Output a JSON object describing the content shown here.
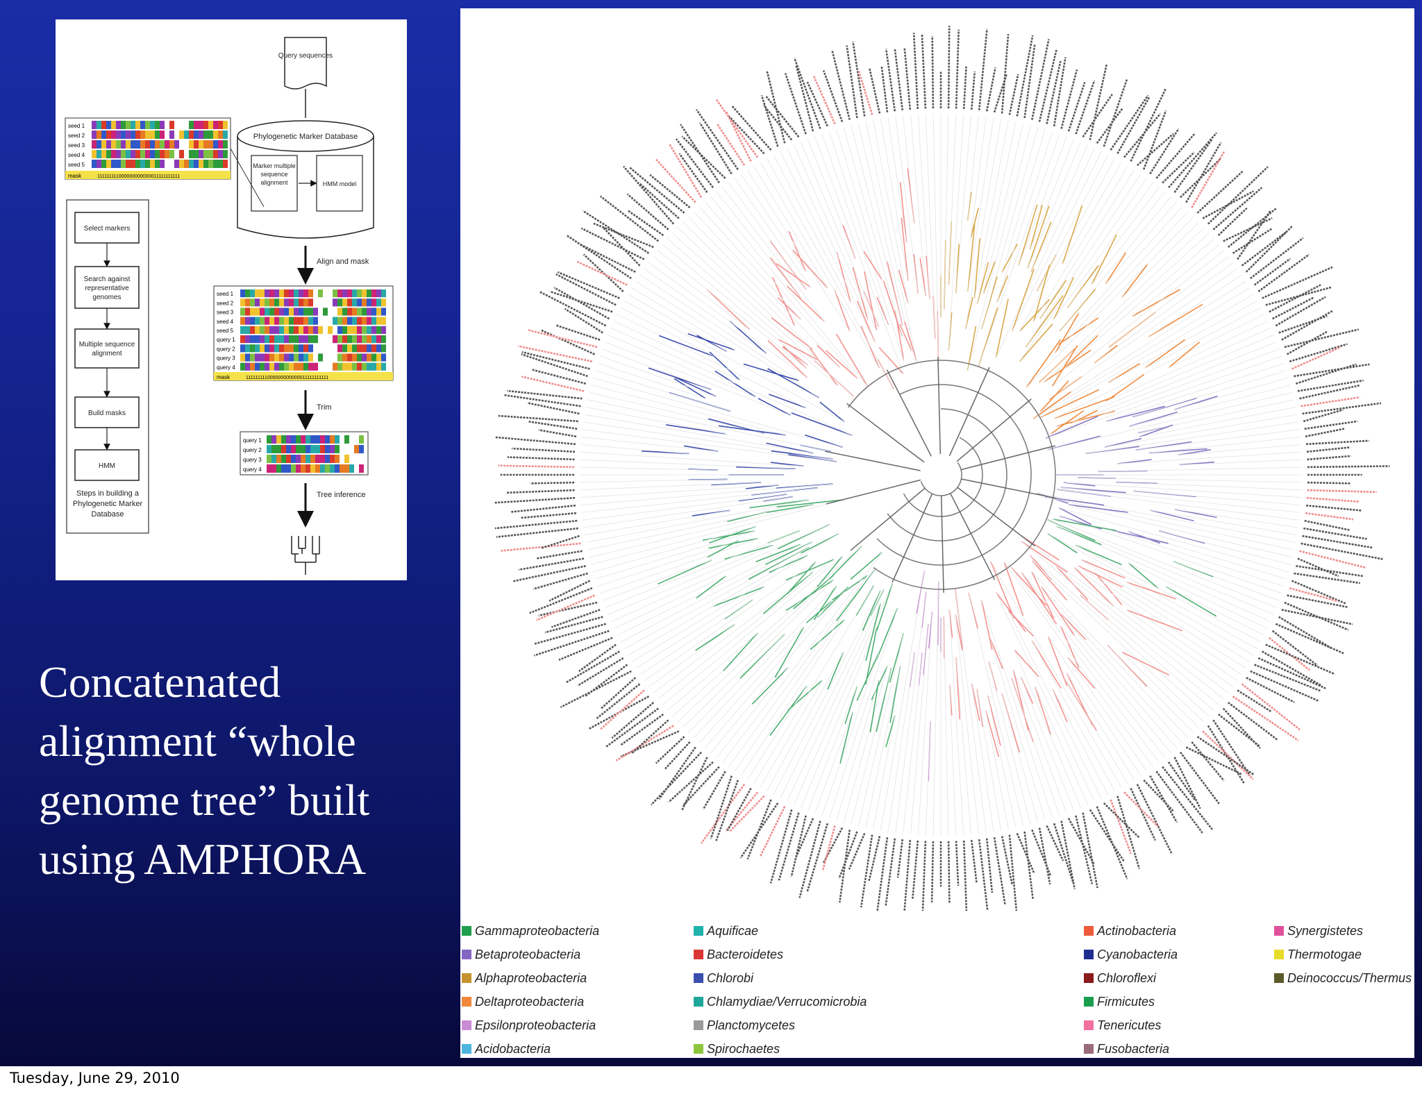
{
  "slide": {
    "caption_lines": [
      "Concatenated",
      "alignment “whole",
      "genome tree” built",
      "using AMPHORA"
    ],
    "footer_date": "Tuesday, June 29, 2010",
    "background_top": "#1a2da6",
    "background_bottom": "#07093a"
  },
  "flowchart": {
    "query_box": "Query sequences",
    "database_title": "Phylogenetic Marker Database",
    "db_left_box": "Marker multiple sequence alignment",
    "db_right_box": "HMM model",
    "steps": [
      "Select markers",
      "Search against representative genomes",
      "Multiple sequence alignment",
      "Build masks",
      "HMM"
    ],
    "steps_caption": "Steps in building a Phylogenetic Marker Database",
    "arrow_labels": [
      "Align and mask",
      "Trim",
      "Tree inference"
    ],
    "seed_labels": [
      "seed 1",
      "seed 2",
      "seed 3",
      "seed 4",
      "seed 5"
    ],
    "query_labels": [
      "query 1",
      "query 2",
      "query 3",
      "query 4"
    ],
    "mask_label": "mask",
    "mask_value": "111111111000000000000011111111111"
  },
  "tree": {
    "icon": "circular-phylogenetic-tree",
    "ring_colors": [
      "#4daf72",
      "#8877c4",
      "#d9a84a",
      "#f08a3c",
      "#c98bd4",
      "#5ab4dc",
      "#1fb3ac",
      "#e34848",
      "#3f4fae",
      "#f39390"
    ]
  },
  "legend": {
    "items": [
      {
        "label": "Gammaproteobacteria",
        "color": "#1f9e4b"
      },
      {
        "label": "Betaproteobacteria",
        "color": "#8366c4"
      },
      {
        "label": "Alphaproteobacteria",
        "color": "#c8932e"
      },
      {
        "label": "Deltaproteobacteria",
        "color": "#f0873a"
      },
      {
        "label": "Epsilonproteobacteria",
        "color": "#c98bd4"
      },
      {
        "label": "Acidobacteria",
        "color": "#4cb6e0"
      },
      {
        "label": "Aquificae",
        "color": "#1fb3ac"
      },
      {
        "label": "Bacteroidetes",
        "color": "#d93636"
      },
      {
        "label": "Chlorobi",
        "color": "#3a4fae"
      },
      {
        "label": "Chlamydiae/Verrucomicrobia",
        "color": "#1ea79a"
      },
      {
        "label": "Planctomycetes",
        "color": "#9a9a9a"
      },
      {
        "label": "Spirochaetes",
        "color": "#8cc63f"
      },
      {
        "label": "Actinobacteria",
        "color": "#ef5a3a"
      },
      {
        "label": "Cyanobacteria",
        "color": "#1d2d8f"
      },
      {
        "label": "Chloroflexi",
        "color": "#8b1a1a"
      },
      {
        "label": "Firmicutes",
        "color": "#1a9e4e"
      },
      {
        "label": "Tenericutes",
        "color": "#f070a0"
      },
      {
        "label": "Fusobacteria",
        "color": "#9a6a7a"
      },
      {
        "label": "Synergistetes",
        "color": "#e0509a"
      },
      {
        "label": "Thermotogae",
        "color": "#e8dc2a"
      },
      {
        "label": "Deinococcus/Thermus",
        "color": "#5c5a2a"
      }
    ]
  }
}
